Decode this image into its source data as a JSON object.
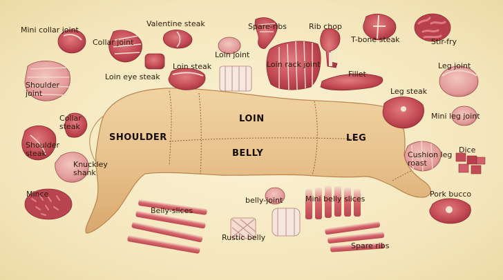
{
  "regions": {
    "shoulder": "SHOULDER",
    "loin": "LOIN",
    "belly": "BELLY",
    "leg": "LEG"
  },
  "cuts": {
    "mini_collar_joint": "Mini collar joint",
    "collar_joint": "Collar joint",
    "valentine_steak": "Valentine steak",
    "spare_ribs_top": "Spare-ribs",
    "rib_chop": "Rib chop",
    "t_bone_steak": "T-bone steak",
    "stir_fry": "Stir-fry",
    "loin_joint": "Loin joint",
    "loin_eye_steak": "Loin eye steak",
    "loin_steak": "Loin steak",
    "loin_rack_joint": "Loin rack joint",
    "fillet": "Fillet",
    "leg_joint": "Leg joint",
    "shoulder_joint_line1": "Shoulder",
    "shoulder_joint_line2": "joint",
    "leg_steak": "Leg steak",
    "collar_steak_line1": "Collar",
    "collar_steak_line2": "steak",
    "mini_leg_joint": "Mini leg joint",
    "shoulder_steak_line1": "Shoulder",
    "shoulder_steak_line2": "steak",
    "knuckley_shank_line1": "Knuckley",
    "knuckley_shank_line2": "shank",
    "cushion_leg_roast_line1": "Cushion leg",
    "cushion_leg_roast_line2": "roast",
    "dice": "Dice",
    "mince": "Mince",
    "pork_bucco": "Pork bucco",
    "belly_slices": "Belly-slices",
    "belly_joint": "belly-joint",
    "mini_belly_slices": "Mini belly slices",
    "rustic_belly": "Rustic belly",
    "spare_ribs_bottom": "Spare ribs"
  },
  "colors": {
    "background": "#f6ecc5",
    "carcass_skin": "#e9c58f",
    "raw_meat": "#c8525a",
    "fat": "#f1e0d2",
    "label_text": "#2a1a0c"
  }
}
